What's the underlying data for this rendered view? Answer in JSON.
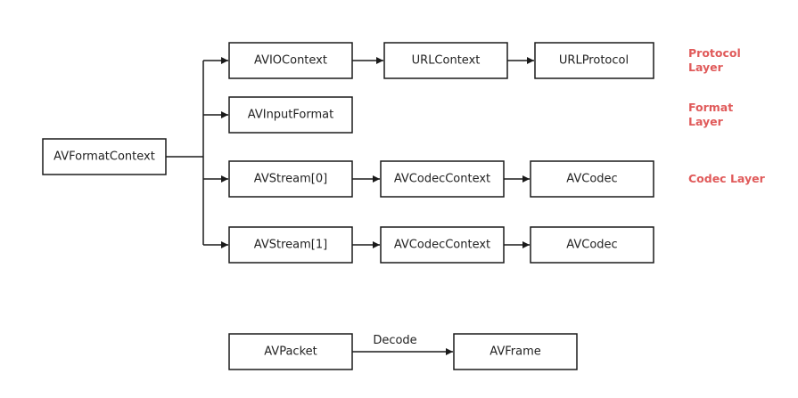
{
  "nodes": {
    "avformatcontext": "AVFormatContext",
    "aviocontext": "AVIOContext",
    "urlcontext": "URLContext",
    "urlprotocol": "URLProtocol",
    "avinputformat": "AVInputFormat",
    "avstream0": "AVStream[0]",
    "avcodeccontext0": "AVCodecContext",
    "avcodec0": "AVCodec",
    "avstream1": "AVStream[1]",
    "avcodeccontext1": "AVCodecContext",
    "avcodec1": "AVCodec",
    "avpacket": "AVPacket",
    "avframe": "AVFrame"
  },
  "edges": {
    "decode_label": "Decode"
  },
  "layers": {
    "protocol": [
      "Protocol",
      "Layer"
    ],
    "format": [
      "Format",
      "Layer"
    ],
    "codec": [
      "Codec Layer"
    ]
  },
  "colors": {
    "layer_label": "#e05a5a",
    "stroke": "#1a1a1a"
  }
}
